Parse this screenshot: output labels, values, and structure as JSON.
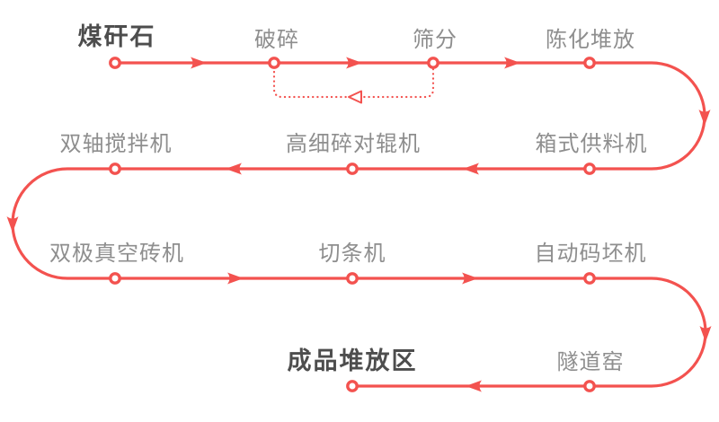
{
  "colors": {
    "accent": "#f3524f",
    "label": "#8e8e8e",
    "label_emphasis": "#4d4d4d",
    "node_fill": "#ffffff",
    "background": "#ffffff"
  },
  "flow": {
    "steps": [
      {
        "label": "煤矸石",
        "emphasis": true
      },
      {
        "label": "破碎",
        "emphasis": false
      },
      {
        "label": "筛分",
        "emphasis": false
      },
      {
        "label": "陈化堆放",
        "emphasis": false
      },
      {
        "label": "箱式供料机",
        "emphasis": false
      },
      {
        "label": "高细碎对辊机",
        "emphasis": false
      },
      {
        "label": "双轴搅拌机",
        "emphasis": false
      },
      {
        "label": "双极真空砖机",
        "emphasis": false
      },
      {
        "label": "切条机",
        "emphasis": false
      },
      {
        "label": "自动码坯机",
        "emphasis": false
      },
      {
        "label": "隧道窑",
        "emphasis": false
      },
      {
        "label": "成品堆放区",
        "emphasis": true
      }
    ],
    "return_loop": {
      "from": "筛分",
      "to": "破碎",
      "style": "dotted"
    }
  }
}
